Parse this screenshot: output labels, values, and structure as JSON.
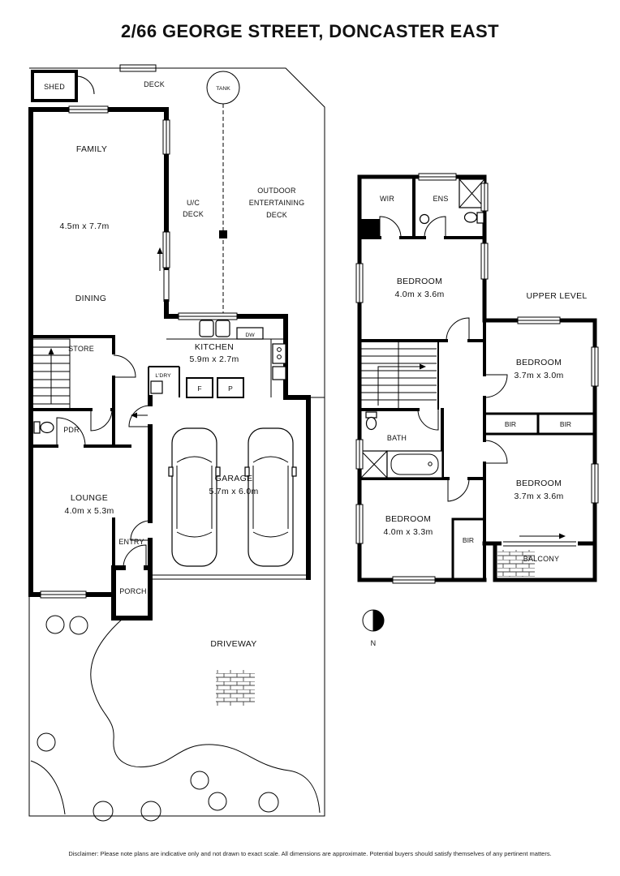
{
  "title": "2/66 GEORGE STREET, DONCASTER EAST",
  "disclaimer": "Disclaimer: Please note plans are indicative only and not drawn to exact scale. All dimensions are approximate. Potential buyers should satisfy themselves of any pertinent matters.",
  "compass": {
    "north": "N"
  },
  "ground_floor": {
    "shed": "SHED",
    "deck": "DECK",
    "tank": "TANK",
    "family": "FAMILY",
    "family_dims": "4.5m x 7.7m",
    "uc_deck_1": "U/C",
    "uc_deck_2": "DECK",
    "outdoor_1": "OUTDOOR",
    "outdoor_2": "ENTERTAINING",
    "outdoor_3": "DECK",
    "dining": "DINING",
    "store": "STORE",
    "kitchen": "KITCHEN",
    "kitchen_dims": "5.9m x 2.7m",
    "laundry": "L'DRY",
    "fridge": "F",
    "pantry": "P",
    "dishwasher": "DW",
    "powder": "PDR",
    "lounge": "LOUNGE",
    "lounge_dims": "4.0m x 5.3m",
    "entry": "ENTRY",
    "porch": "PORCH",
    "garage": "GARAGE",
    "garage_dims": "5.7m x 6.0m",
    "driveway": "DRIVEWAY"
  },
  "upper_floor": {
    "label": "UPPER LEVEL",
    "wir": "WIR",
    "ens": "ENS",
    "bedroom1": "BEDROOM",
    "bedroom1_dims": "4.0m x 3.6m",
    "bedroom2": "BEDROOM",
    "bedroom2_dims": "3.7m x 3.0m",
    "bedroom3": "BEDROOM",
    "bedroom3_dims": "3.7m x 3.6m",
    "bedroom4": "BEDROOM",
    "bedroom4_dims": "4.0m x 3.3m",
    "bir_a": "BIR",
    "bir_b": "BIR",
    "bir_c": "BIR",
    "bath": "BATH",
    "balcony": "BALCONY"
  }
}
